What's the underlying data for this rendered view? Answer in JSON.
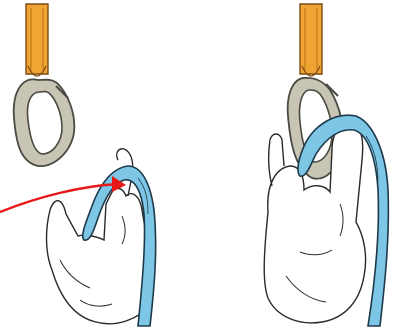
{
  "illustration": {
    "colors": {
      "background": "#ffffff",
      "sling": "#f0a434",
      "sling_outline": "#7a4a12",
      "carabiner": "#c9c5b4",
      "carabiner_outline": "#4a4a44",
      "rope": "#7ec6e6",
      "rope_outline": "#1e3a4a",
      "skin": "#ffffff",
      "skin_outline": "#2a2a2a",
      "arrow": "#e81818"
    },
    "panels": [
      {
        "name": "left-step",
        "icon": "hand-holding-rope-loop-with-arrow"
      },
      {
        "name": "right-step",
        "icon": "rope-loop-clipped-into-carabiner"
      }
    ]
  }
}
